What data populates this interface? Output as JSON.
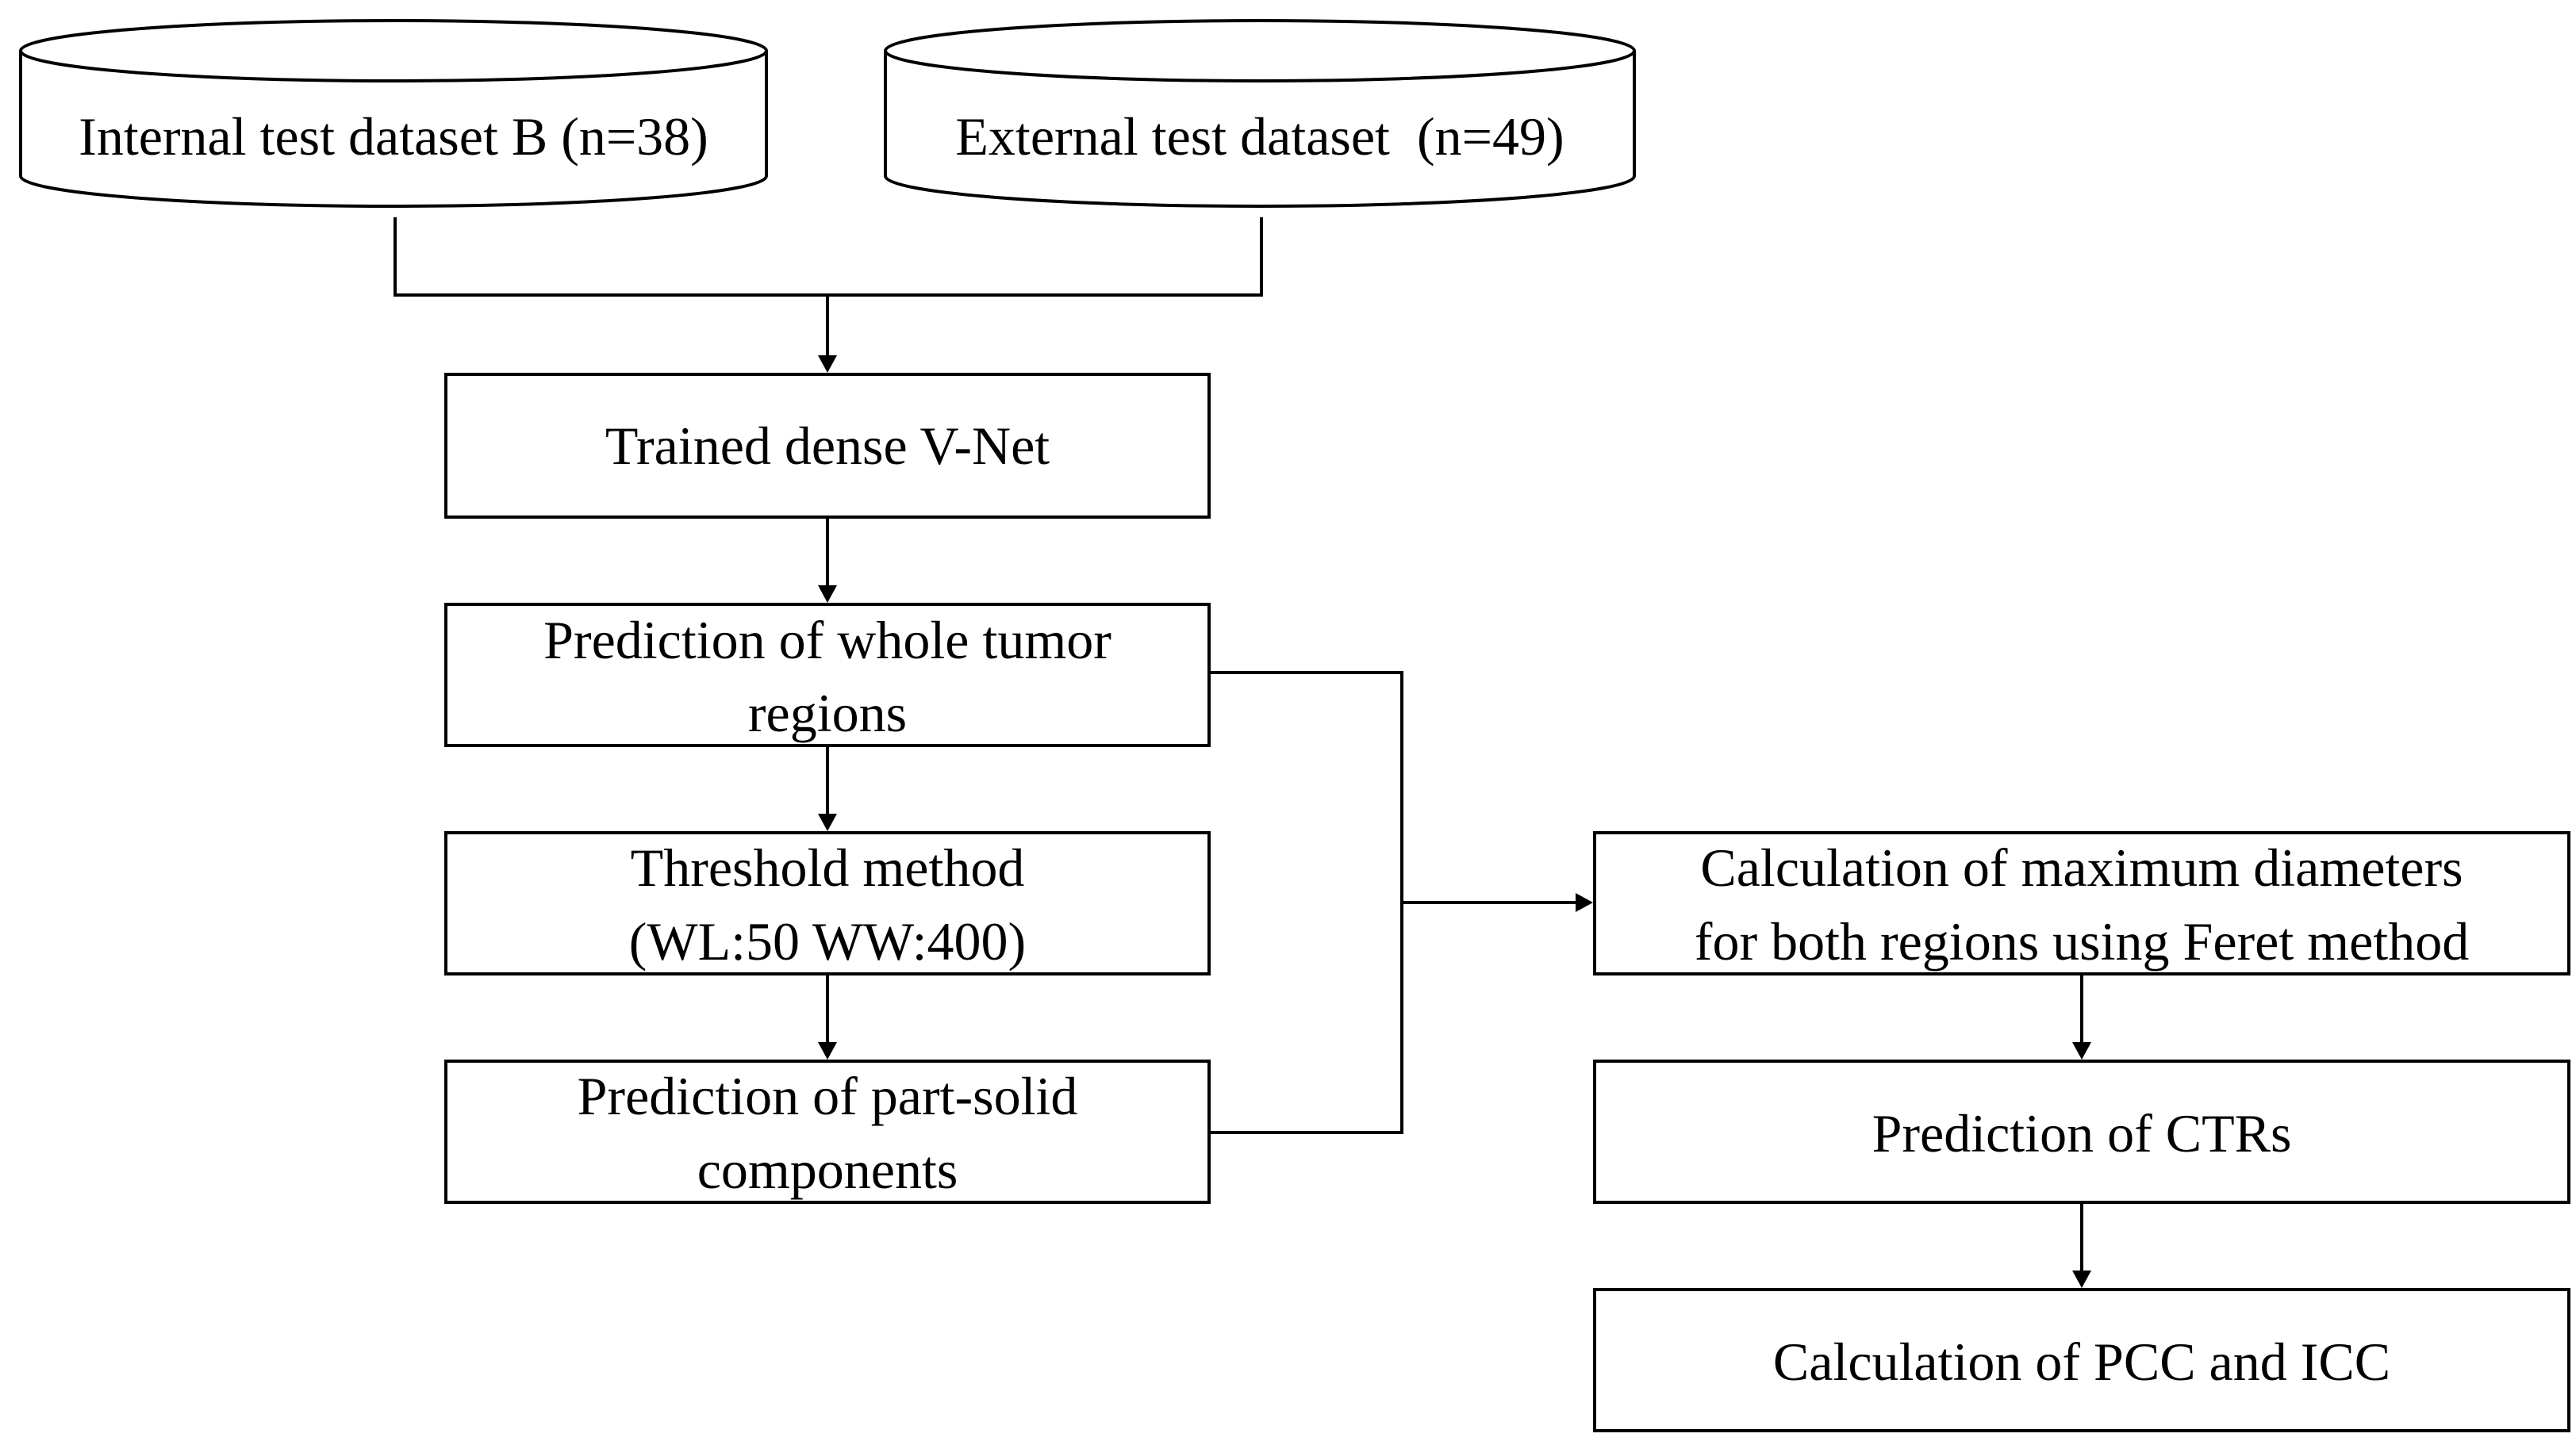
{
  "datasets": {
    "internal": "Internal test dataset B (n=38)",
    "external": "External test dataset  (n=49)"
  },
  "steps": {
    "model": "Trained dense V-Net",
    "whole_tumor": [
      "Prediction of whole tumor",
      "regions"
    ],
    "threshold": [
      "Threshold method",
      "(WL:50 WW:400)"
    ],
    "part_solid": [
      "Prediction of part-solid",
      "components"
    ],
    "feret": [
      "Calculation of maximum diameters",
      "for both regions using Feret method"
    ],
    "ctr": "Prediction of CTRs",
    "metrics": "Calculation of PCC and ICC"
  }
}
